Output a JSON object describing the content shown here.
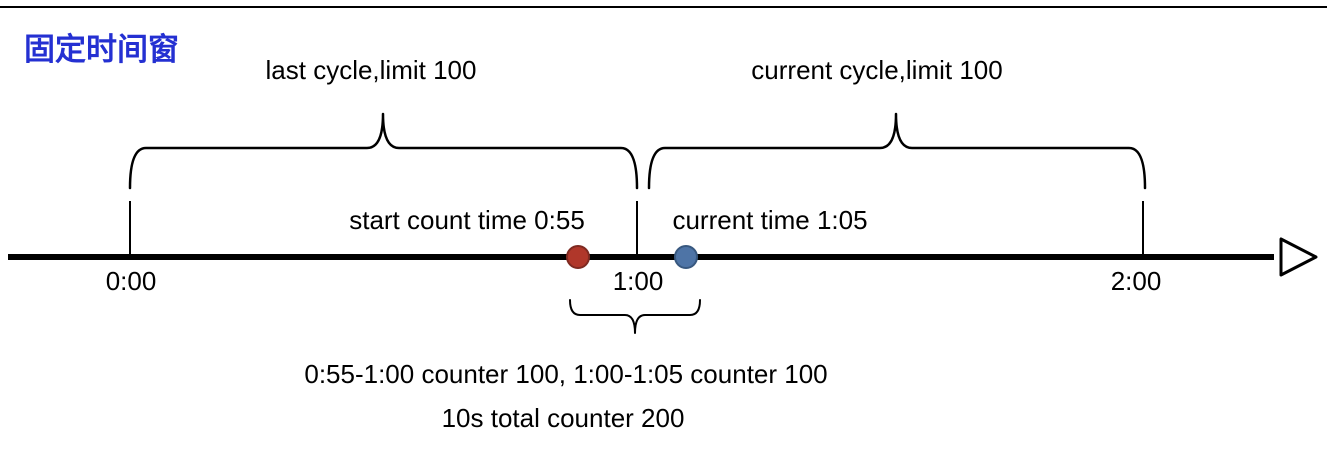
{
  "title": "固定时间窗",
  "colors": {
    "title": "#2430d2",
    "line": "#000000",
    "red_dot": "#b0372a",
    "red_dot_border": "#7e2a21",
    "blue_dot": "#4e74a6",
    "blue_dot_border": "#38587f"
  },
  "cycles": {
    "last_cycle_label": "last cycle,limit 100",
    "current_cycle_label": "current cycle,limit 100"
  },
  "markers": {
    "start_count_label": "start count time 0:55",
    "current_time_label": "current time 1:05"
  },
  "timeline": {
    "ticks": [
      {
        "label": "0:00"
      },
      {
        "label": "1:00"
      },
      {
        "label": "2:00"
      }
    ]
  },
  "summary": {
    "line1": "0:55-1:00 counter 100, 1:00-1:05 counter 100",
    "line2": "10s total counter 200"
  }
}
